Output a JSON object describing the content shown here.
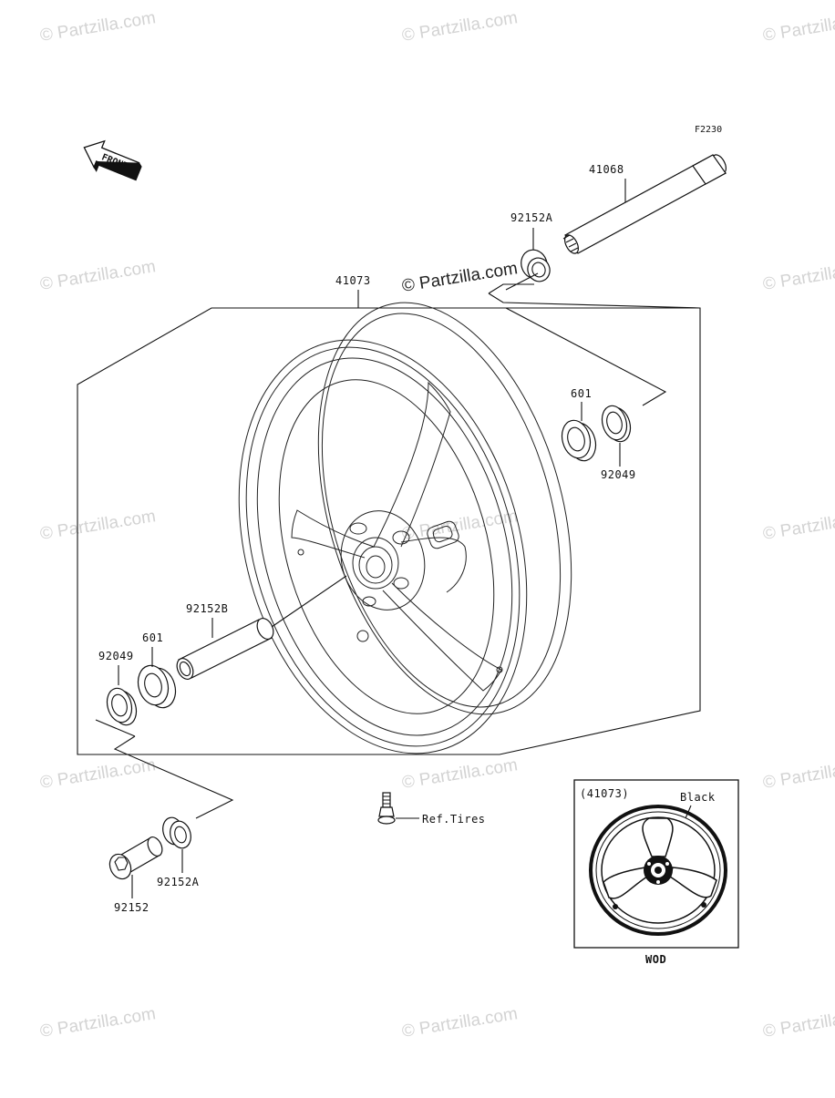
{
  "diagram": {
    "figure_code": "F2230",
    "front_label": "FRONT",
    "watermark": "© Partzilla.com",
    "parts": {
      "axle": "41068",
      "collar_top": "92152A",
      "wheel": "41073",
      "bearing_right": "601",
      "seal_right": "92049",
      "spacer": "92152B",
      "bearing_left": "601",
      "seal_left": "92049",
      "collar_bottom": "92152A",
      "collar_long": "92152",
      "valve": "Ref.Tires"
    },
    "inset": {
      "ref": "(41073)",
      "color": "Black",
      "caption": "WOD"
    }
  }
}
